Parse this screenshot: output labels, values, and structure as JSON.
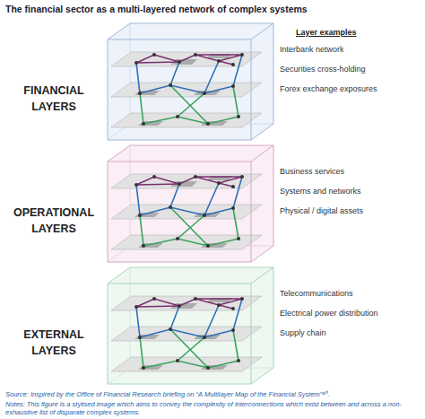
{
  "diagram": {
    "title": "The financial sector as a multi-layered network of complex systems",
    "nodes": [
      {
        "text": [
          "FINANCIAL LAYERS"
        ]
      },
      {
        "text": [
          "OPERATIONAL LAYERS"
        ]
      },
      {
        "text": [
          "EXTERNAL LAYERS"
        ]
      }
    ],
    "labels": [
      "Layer examples",
      "Interbank network",
      "Securities cross-holding",
      "Forex exchange exposures",
      "Business services",
      "Systems and networks",
      "Physical / digital assets",
      "Telecommunications",
      "Electrical power distribution",
      "Supply chain",
      "Source: Inspired by the Office of Financial Research briefing on “A Multilayer Map of the Financial System”⁴⁰.",
      "Notes: This figure is a stylised image which aims to convey the complexity of interconnections which exist between and across a non-exhaustive list of disparate complex systems."
    ]
  }
}
